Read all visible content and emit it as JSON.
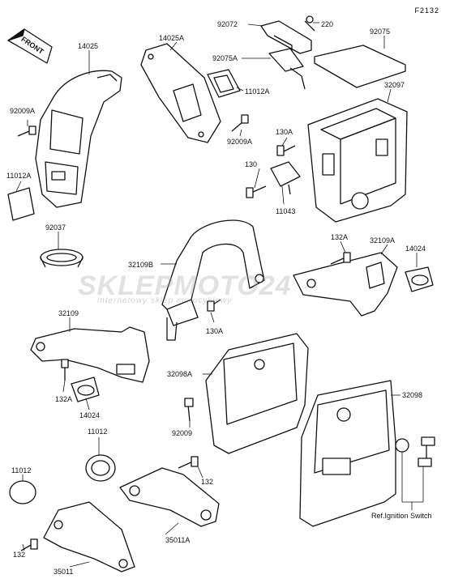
{
  "figure_code": "F2132",
  "front_arrow": "FRONT",
  "watermark": {
    "brand": "SKLEPMOTO24",
    "tagline": "internetowy sklep motocyklowy"
  },
  "callouts": {
    "p14025": "14025",
    "p14025A": "14025A",
    "p92072": "92072",
    "p220": "220",
    "p92075": "92075",
    "p92075A": "92075A",
    "p11012A_top": "11012A",
    "p32097": "32097",
    "p92009A_left": "92009A",
    "p92009A_mid": "92009A",
    "p130A_top": "130A",
    "p130": "130",
    "p11043": "11043",
    "p11012A_left": "11012A",
    "p92037": "92037",
    "p132A_top": "132A",
    "p32109A": "32109A",
    "p14024_right": "14024",
    "p32109B": "32109B",
    "p130A_mid": "130A",
    "p32109": "32109",
    "p32098A": "32098A",
    "p132A_left": "132A",
    "p14024_left": "14024",
    "p32098": "32098",
    "p92009": "92009",
    "p11012_mid": "11012",
    "p11012_left": "11012",
    "p132_mid": "132",
    "p132_low": "132",
    "p35011A": "35011A",
    "p35011": "35011",
    "ref_ignition": "Ref.Ignition Switch"
  }
}
